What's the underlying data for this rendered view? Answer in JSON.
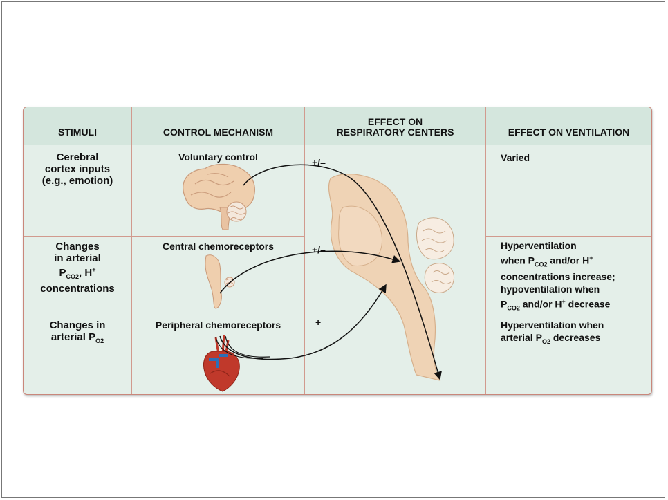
{
  "headers": {
    "stimuli": "STIMULI",
    "control": "CONTROL MECHANISM",
    "effect_centers_line1": "EFFECT ON",
    "effect_centers_line2": "RESPIRATORY CENTERS",
    "effect_ventilation": "EFFECT ON VENTILATION"
  },
  "rows": [
    {
      "stimulus_line1": "Cerebral",
      "stimulus_line2": "cortex inputs",
      "stimulus_line3": "(e.g., emotion)",
      "mechanism": "Voluntary control",
      "sign": "+/–",
      "ventilation": "Varied"
    },
    {
      "stimulus_line1": "Changes",
      "stimulus_line2": "in arterial",
      "stimulus_p": "P",
      "stimulus_sub": "CO",
      "stimulus_sub2": "2",
      "stimulus_h": ", H",
      "stimulus_plus": "+",
      "stimulus_line4": "concentrations",
      "mechanism": "Central chemoreceptors",
      "sign": "+/–",
      "vent_line1": "Hyperventilation",
      "vent_line2_a": "when P",
      "vent_line2_sub": "CO",
      "vent_line2_sub2": "2",
      "vent_line2_b": " and/or H",
      "vent_line2_sup": "+",
      "vent_line3": "concentrations increase;",
      "vent_line4": "hypoventilation when",
      "vent_line5_p": "P",
      "vent_line5_sub": "CO",
      "vent_line5_sub2": "2",
      "vent_line5_b": " and/or H",
      "vent_line5_sup": "+",
      "vent_line5_c": " decrease"
    },
    {
      "stimulus_line1": "Changes in",
      "stimulus_line2_a": "arterial P",
      "stimulus_sub": "O",
      "stimulus_sub2": "2",
      "mechanism": "Peripheral chemoreceptors",
      "sign": "+",
      "vent_line1": "Hyperventilation when",
      "vent_line2_a": "arterial P",
      "vent_line2_sub": "O",
      "vent_line2_sub2": "2",
      "vent_line2_b": " decreases"
    }
  ],
  "icons": [
    "brain-icon",
    "brainstem-icon",
    "heart-icon",
    "respiratory-centers-icon"
  ],
  "colors": {
    "table_bg": "#e4efe9",
    "header_bg": "#d4e6dd",
    "border": "#d19a8e",
    "tissue": "#f0cfae"
  }
}
